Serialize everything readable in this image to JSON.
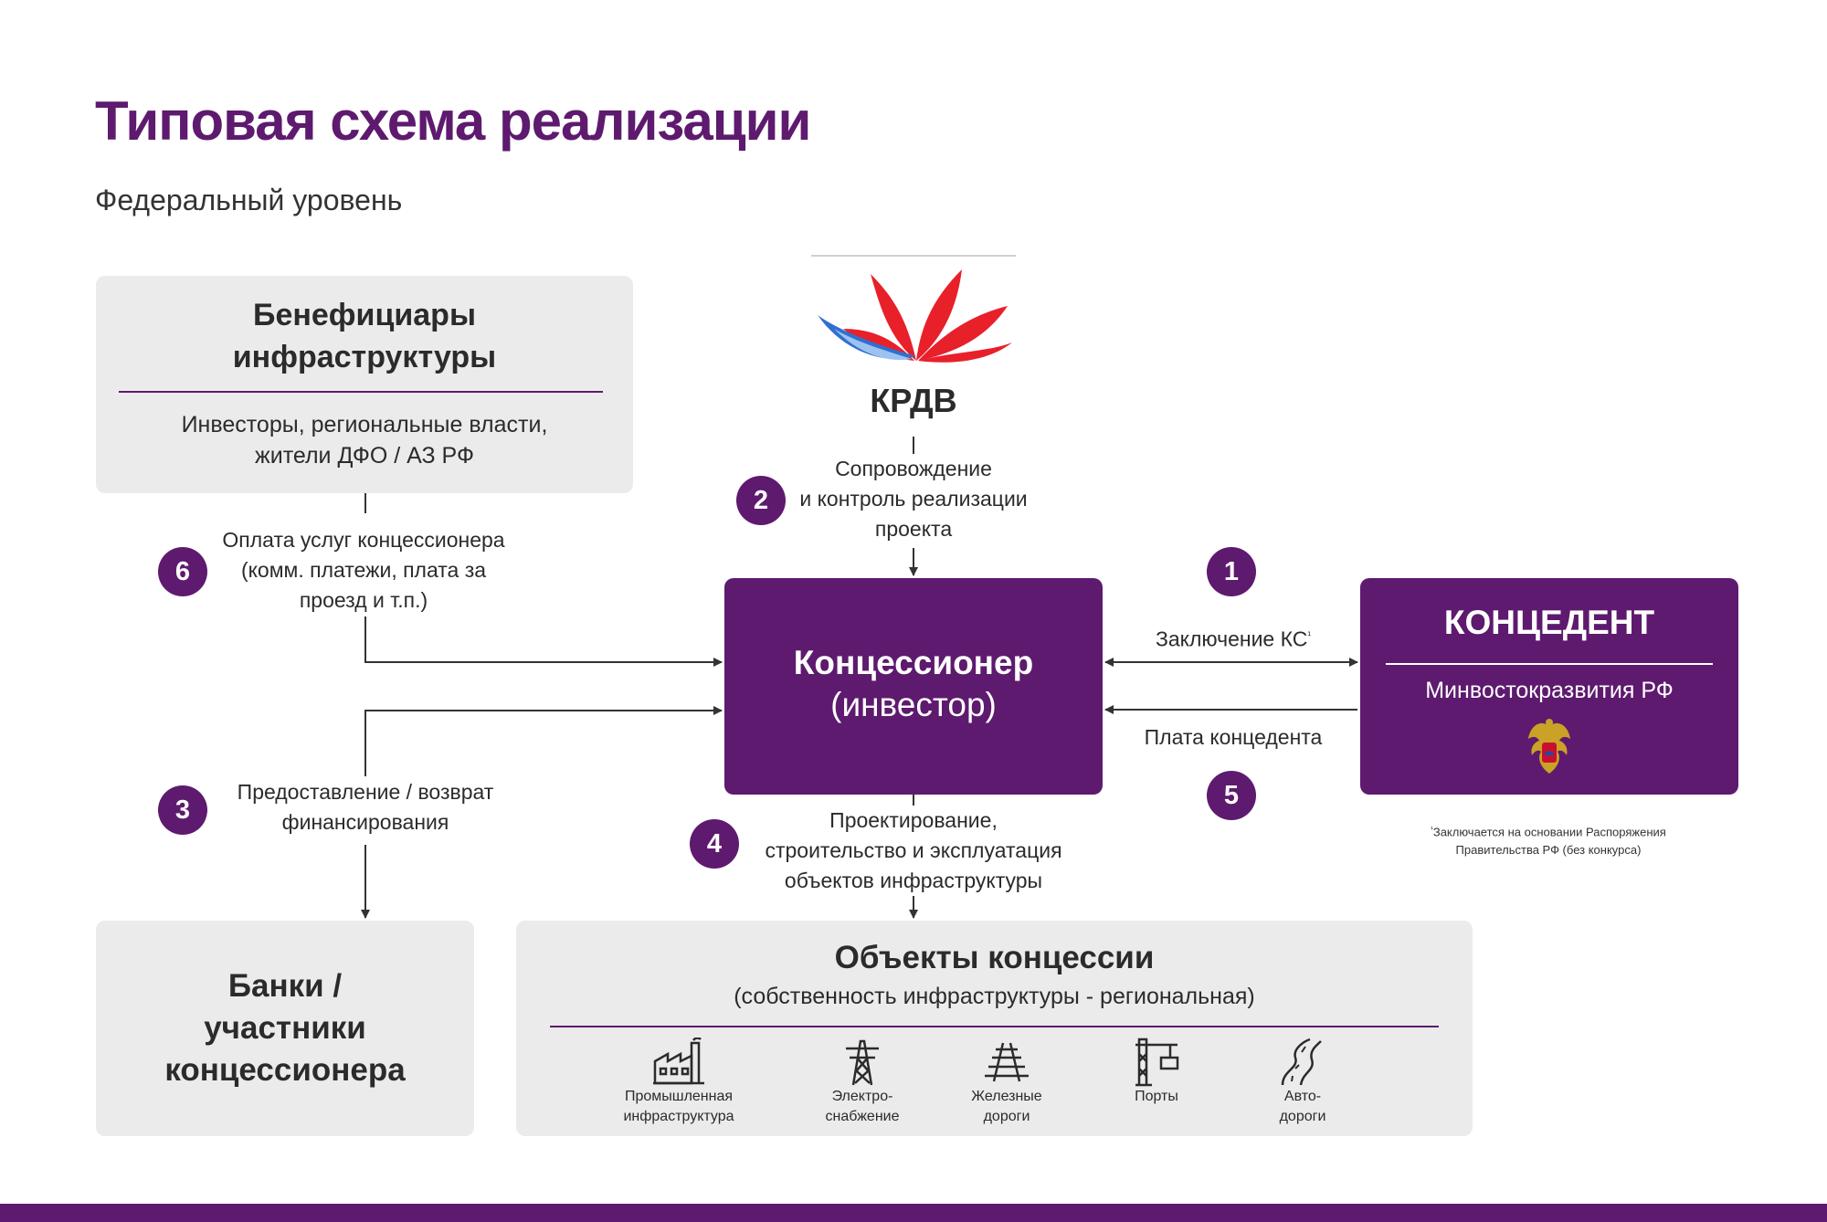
{
  "title": "Типовая схема реализации",
  "subtitle": "Федеральный уровень",
  "colors": {
    "accent": "#5e1a6e",
    "box_gray": "#ebebeb",
    "logo_red": "#e8202a",
    "logo_blue": "#2f6fd0"
  },
  "krdv": {
    "label": "КРДВ",
    "logo_icon": "lotus-logo"
  },
  "beneficiaries": {
    "title_line1": "Бенефициары",
    "title_line2": "инфраструктуры",
    "text_line1": "Инвесторы, региональные власти,",
    "text_line2": "жители ДФО / АЗ РФ"
  },
  "concessionaire": {
    "title": "Концессионер",
    "subtitle": "(инвестор)"
  },
  "concedent": {
    "title": "КОНЦЕДЕНТ",
    "subtitle": "Минвостокразвития РФ",
    "emblem_icon": "coat-of-arms-icon"
  },
  "banks": {
    "line1": "Банки /",
    "line2": "участники",
    "line3": "концессионера"
  },
  "objects": {
    "title": "Объекты концессии",
    "subtitle": "(собственность инфраструктуры - региональная)",
    "items": [
      {
        "icon": "factory-icon",
        "line1": "Промышленная",
        "line2": "инфраструктура"
      },
      {
        "icon": "power-tower-icon",
        "line1": "Электро-",
        "line2": "снабжение"
      },
      {
        "icon": "railway-icon",
        "line1": "Железные",
        "line2": "дороги"
      },
      {
        "icon": "port-crane-icon",
        "line1": "Порты",
        "line2": ""
      },
      {
        "icon": "road-icon",
        "line1": "Авто-",
        "line2": "дороги"
      }
    ]
  },
  "flows": {
    "f1": {
      "num": "1",
      "label": "Заключение КС",
      "sup": "¹"
    },
    "f2": {
      "num": "2",
      "line1": "Сопровождение",
      "line2": "и контроль реализации",
      "line3": "проекта"
    },
    "f3": {
      "num": "3",
      "line1": "Предоставление / возврат",
      "line2": "финансирования"
    },
    "f4": {
      "num": "4",
      "line1": "Проектирование,",
      "line2": "строительство и эксплуатация",
      "line3": "объектов инфраструктуры"
    },
    "f5": {
      "num": "5",
      "label": "Плата концедента"
    },
    "f6": {
      "num": "6",
      "line1": "Оплата услуг концессионера",
      "line2": "(комм. платежи, плата за",
      "line3": "проезд и т.п.)"
    }
  },
  "footnote": {
    "marker": "¹",
    "line1": "Заключается на основании Распоряжения",
    "line2": "Правительства РФ (без конкурса)"
  }
}
